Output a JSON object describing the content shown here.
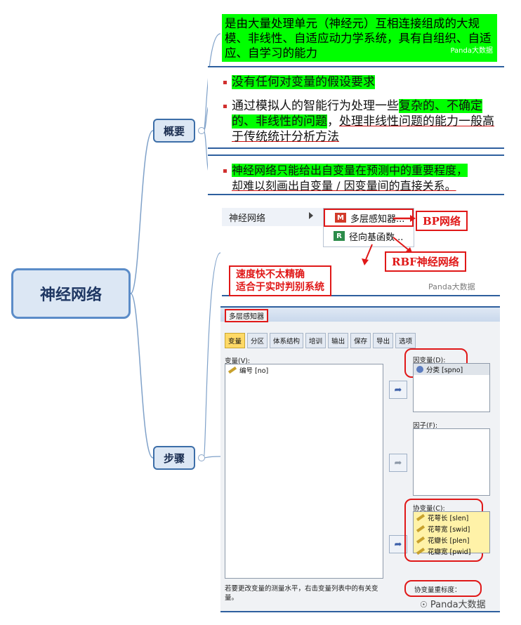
{
  "mindmap": {
    "root": "神经网络",
    "branches": [
      {
        "label": "概要"
      },
      {
        "label": "步骤"
      }
    ]
  },
  "definition": {
    "text": "是由大量处理单元（神经元）互相连接组成的大规模、非线性、自适应动力学系统，具有自组织、自适应、自学习的能力",
    "watermark": "Panda大数据"
  },
  "advantages": {
    "line1": "没有任何对变量的假设要求",
    "line2_prefix": "通过模拟人的智能行为处理一些",
    "line2_hl1": "复杂的、不确定的、非线性的问题",
    "line2_mid": "，",
    "line2_ul": "处理非线性问题的能力一般高于传统统计分析方法"
  },
  "disadvantage": {
    "line1": "神经网络只能给出自变量在预测中的重要程度，",
    "line2": "却难以刻画出自变量 / 因变量间的直接关系。"
  },
  "menu": {
    "side_item": "神经网络",
    "items": [
      "多层感知器...",
      "径向基函数..."
    ],
    "annotations": {
      "bp": "BP网络",
      "rbf": "RBF神经网络",
      "speed_line1": "速度快不太精确",
      "speed_line2": "适合于实时判别系统"
    },
    "watermark": "Panda大数据"
  },
  "dialog": {
    "title": "多层感知器",
    "tabs": [
      "变量",
      "分区",
      "体系结构",
      "培训",
      "输出",
      "保存",
      "导出",
      "选项"
    ],
    "variables_label": "变量(V):",
    "variables": [
      "编号 [no]"
    ],
    "dependent_label": "因变量(D):",
    "dependent": [
      "分类 [spno]"
    ],
    "factors_label": "因子(F):",
    "covariates_label": "协变量(C):",
    "covariates": [
      "花萼长 [slen]",
      "花萼宽 [swid]",
      "花瓣长 [plen]",
      "花瓣宽 [pwid]"
    ],
    "hint": "若要更改变量的测量水平，右击变量列表中的有关变量。",
    "rescale_label": "协变量重标度：",
    "watermark": "Panda大数据"
  },
  "colors": {
    "highlight": "#00ff00",
    "accent_red": "#e01818",
    "node_border": "#5b8cc8",
    "node_fill": "#dce7f4"
  }
}
